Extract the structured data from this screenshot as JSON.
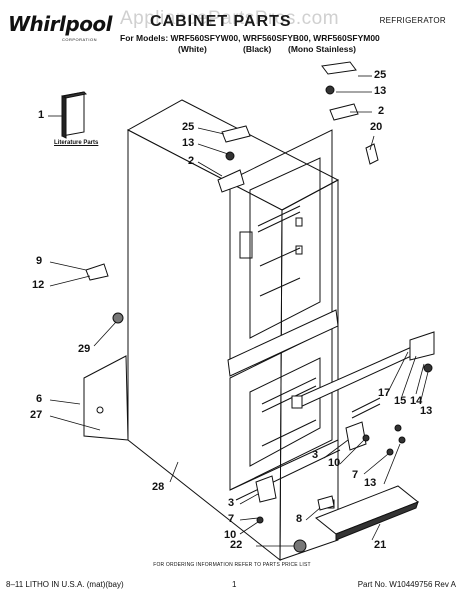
{
  "header": {
    "brand": "Whirlpool",
    "brand_sub": "CORPORATION",
    "title": "CABINET PARTS",
    "watermark": "AppliancePartsPros.com",
    "product": "REFRIGERATOR",
    "models_line": "For Models: WRF560SFYW00, WRF560SFYB00, WRF560SFYM00",
    "variants": [
      "(White)",
      "(Black)",
      "(Mono Stainless)"
    ]
  },
  "literature_label": "Literature Parts",
  "callouts": {
    "c1": "1",
    "c25a": "25",
    "c13a": "13",
    "c2a": "2",
    "c20": "20",
    "c25b": "25",
    "c13b": "13",
    "c2b": "2",
    "c9": "9",
    "c12": "12",
    "c29": "29",
    "c6": "6",
    "c27": "27",
    "c17": "17",
    "c15": "15",
    "c14": "14",
    "c13c": "13",
    "c3a": "3",
    "c10a": "10",
    "c7a": "7",
    "c13d": "13",
    "c28": "28",
    "c3b": "3",
    "c7b": "7",
    "c10b": "10",
    "c8": "8",
    "c22": "22",
    "c21": "21"
  },
  "footer": {
    "note": "FOR ORDERING INFORMATION REFER TO PARTS PRICE LIST",
    "left": "8–11 LITHO IN U.S.A. (mat)(bay)",
    "page": "1",
    "right": "Part No. W10449756 Rev A"
  }
}
